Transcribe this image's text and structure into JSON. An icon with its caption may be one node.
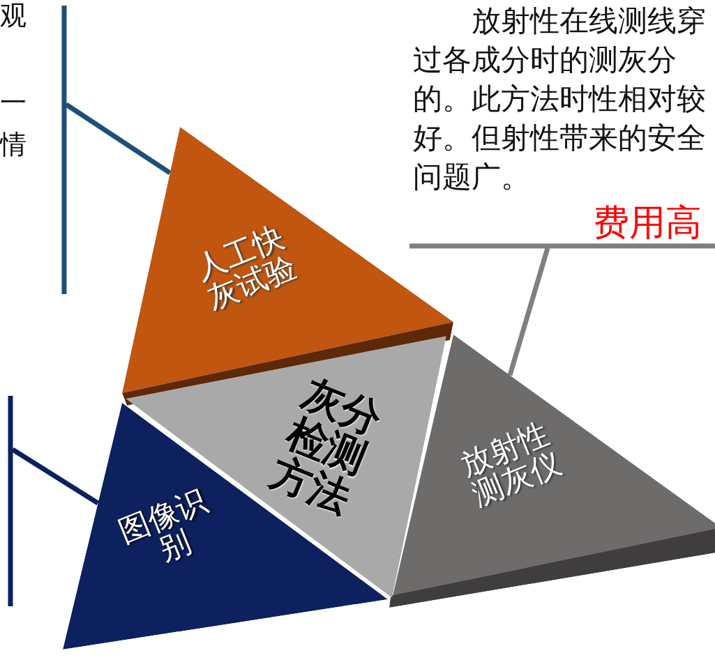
{
  "diagram": {
    "nodes": [
      {
        "text": [
          "灰分检测方法"
        ]
      },
      {
        "text": [
          "人工快灰试验"
        ]
      },
      {
        "text": [
          "图像识别"
        ]
      },
      {
        "text": [
          "放射性测灰仪"
        ]
      }
    ],
    "edges": [
      {
        "from": null,
        "to": 1,
        "arrow": "none",
        "color": "#1f4e79"
      },
      {
        "from": null,
        "to": 2,
        "arrow": "none",
        "color": "#0c215e"
      },
      {
        "from": null,
        "to": 3,
        "arrow": "none",
        "color": "#7f7f7f"
      }
    ],
    "labels": [
      "观",
      "一",
      "情",
      "放射性在线测线穿过各成分时的测灰分的。此方法时性相对较好。但射性带来的安全问题广。",
      "费用高"
    ]
  }
}
